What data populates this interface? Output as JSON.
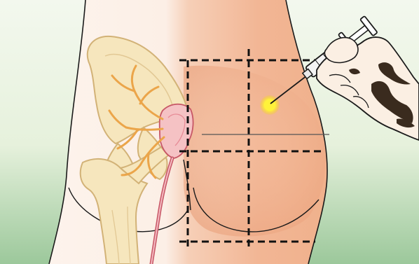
{
  "figure": {
    "subject": "intramuscular-injection-site",
    "region": "right-buttock",
    "grid": {
      "columns": 2,
      "rows": 2,
      "target_quadrant": "upper-outer"
    },
    "injection_point_highlight": true
  },
  "colors": {
    "background_green_light": "#eef5e6",
    "background_green_dark": "#9cc79a",
    "skin_light": "#fbe7d8",
    "skin_dark": "#f1b48f",
    "bone_fill": "#f6e6bd",
    "bone_outline": "#d2b277",
    "vessel_orange": "#eba54a",
    "joint_pink": "#f2b3b6",
    "joint_outline": "#c75766",
    "nerve_red": "#c75766",
    "target_yellow": "#fff23a",
    "outline": "#1a1a1a"
  },
  "icons": {
    "syringe": "syringe-icon",
    "hand": "hand-icon"
  }
}
